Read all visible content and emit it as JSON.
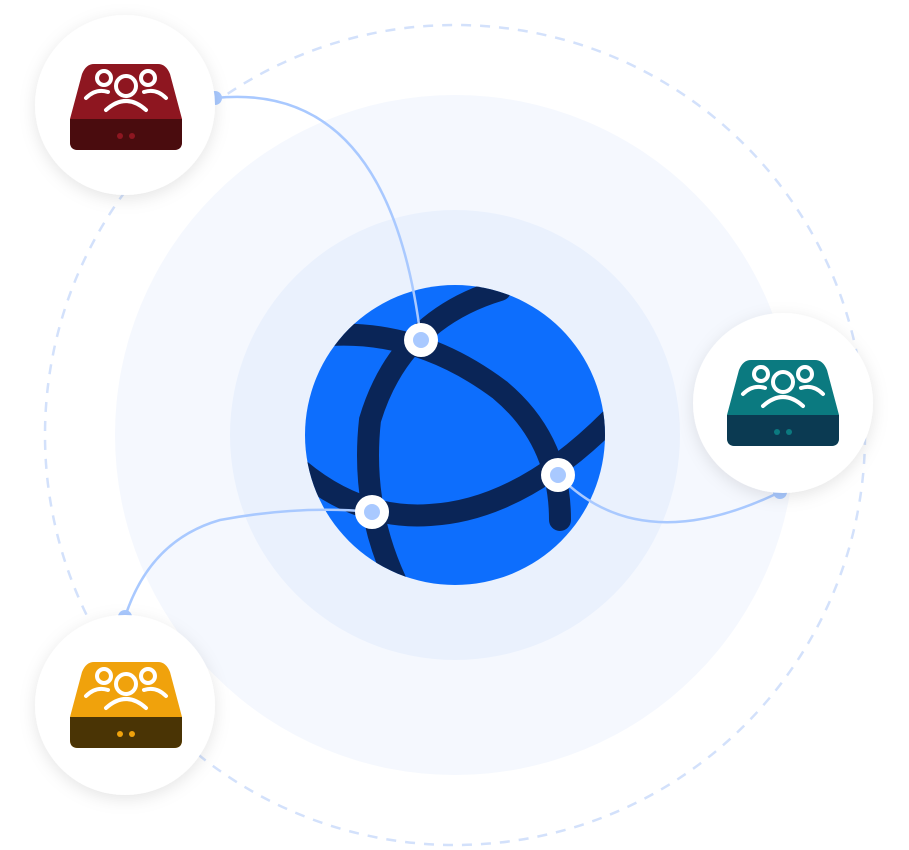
{
  "colors": {
    "globe": "#0d6efd",
    "globe_lines": "#0a2557",
    "connector": "#a9c9ff",
    "halo_outer": "#f5f8fe",
    "halo_inner": "#eaf1fd",
    "dashed_ring": "#d3e1fb"
  },
  "nodes": [
    {
      "name": "server-red",
      "top": "#8e1620",
      "bottom": "#4a0c0e",
      "dots": "#8e1620"
    },
    {
      "name": "server-teal",
      "top": "#0b7a80",
      "bottom": "#0b3a52",
      "dots": "#0b7a80"
    },
    {
      "name": "server-yellow",
      "top": "#f0a20c",
      "bottom": "#4a3405",
      "dots": "#f0a20c"
    }
  ]
}
